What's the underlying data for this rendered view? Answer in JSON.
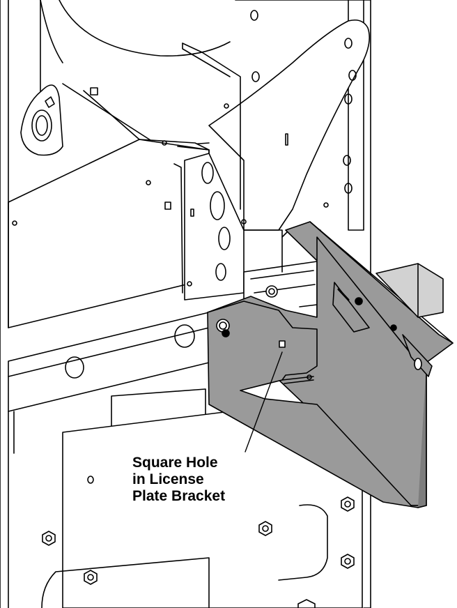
{
  "callout": {
    "lines": [
      "Square Hole",
      "in License",
      "Plate Bracket"
    ]
  },
  "colors": {
    "line": "#000000",
    "background": "#ffffff",
    "bracket_fill": "#9a9a9a",
    "bracket_shadow": "#7d7d7d",
    "frame_fill": "#ffffff",
    "block_fill": "#d2d2d2"
  }
}
